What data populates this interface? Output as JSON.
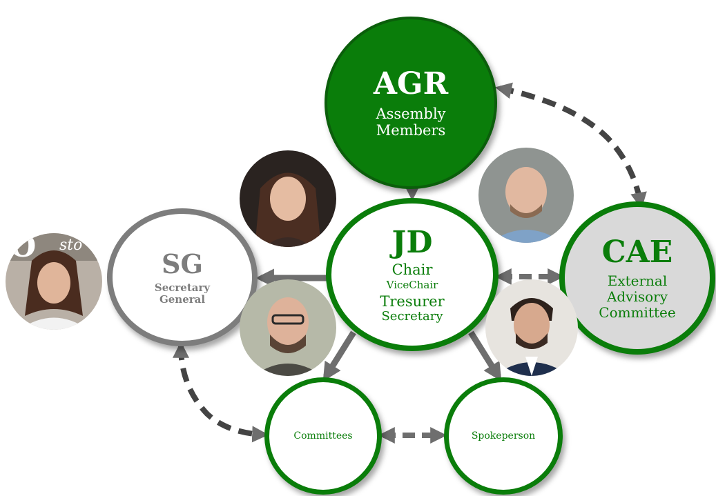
{
  "nodes": {
    "agr": {
      "abbr": "AGR",
      "lines": [
        "Assembly",
        "Members"
      ]
    },
    "jd": {
      "abbr": "JD",
      "chair": "Chair",
      "vicechair": "ViceChair",
      "treasurer": "Tresurer",
      "secretary": "Secretary"
    },
    "sg": {
      "abbr": "SG",
      "lines": [
        "Secretary",
        "General"
      ]
    },
    "cae": {
      "abbr": "CAE",
      "lines": [
        "External",
        "Advisory",
        "Committee"
      ]
    },
    "committees": {
      "label": "Committees"
    },
    "spokeperson": {
      "label": "Spokeperson"
    }
  },
  "photo_caption_fragment": "sto",
  "colors": {
    "green": "#0a7d0a",
    "dark_green": "#0b5e0b",
    "gray": "#7d7d7d",
    "arrow": "#6e6e6e",
    "cae_fill": "#d9d9d9"
  },
  "connections": [
    {
      "from": "AGR",
      "to": "JD",
      "style": "solid"
    },
    {
      "from": "JD",
      "to": "SG",
      "style": "solid"
    },
    {
      "from": "JD",
      "to": "Committees",
      "style": "solid"
    },
    {
      "from": "JD",
      "to": "Spokeperson",
      "style": "solid"
    },
    {
      "from": "JD",
      "to": "CAE",
      "style": "dashed-bidirectional"
    },
    {
      "from": "AGR",
      "to": "CAE",
      "style": "dashed-bidirectional"
    },
    {
      "from": "SG",
      "to": "Committees",
      "style": "dashed-bidirectional"
    },
    {
      "from": "Committees",
      "to": "Spokeperson",
      "style": "dashed-bidirectional"
    }
  ]
}
